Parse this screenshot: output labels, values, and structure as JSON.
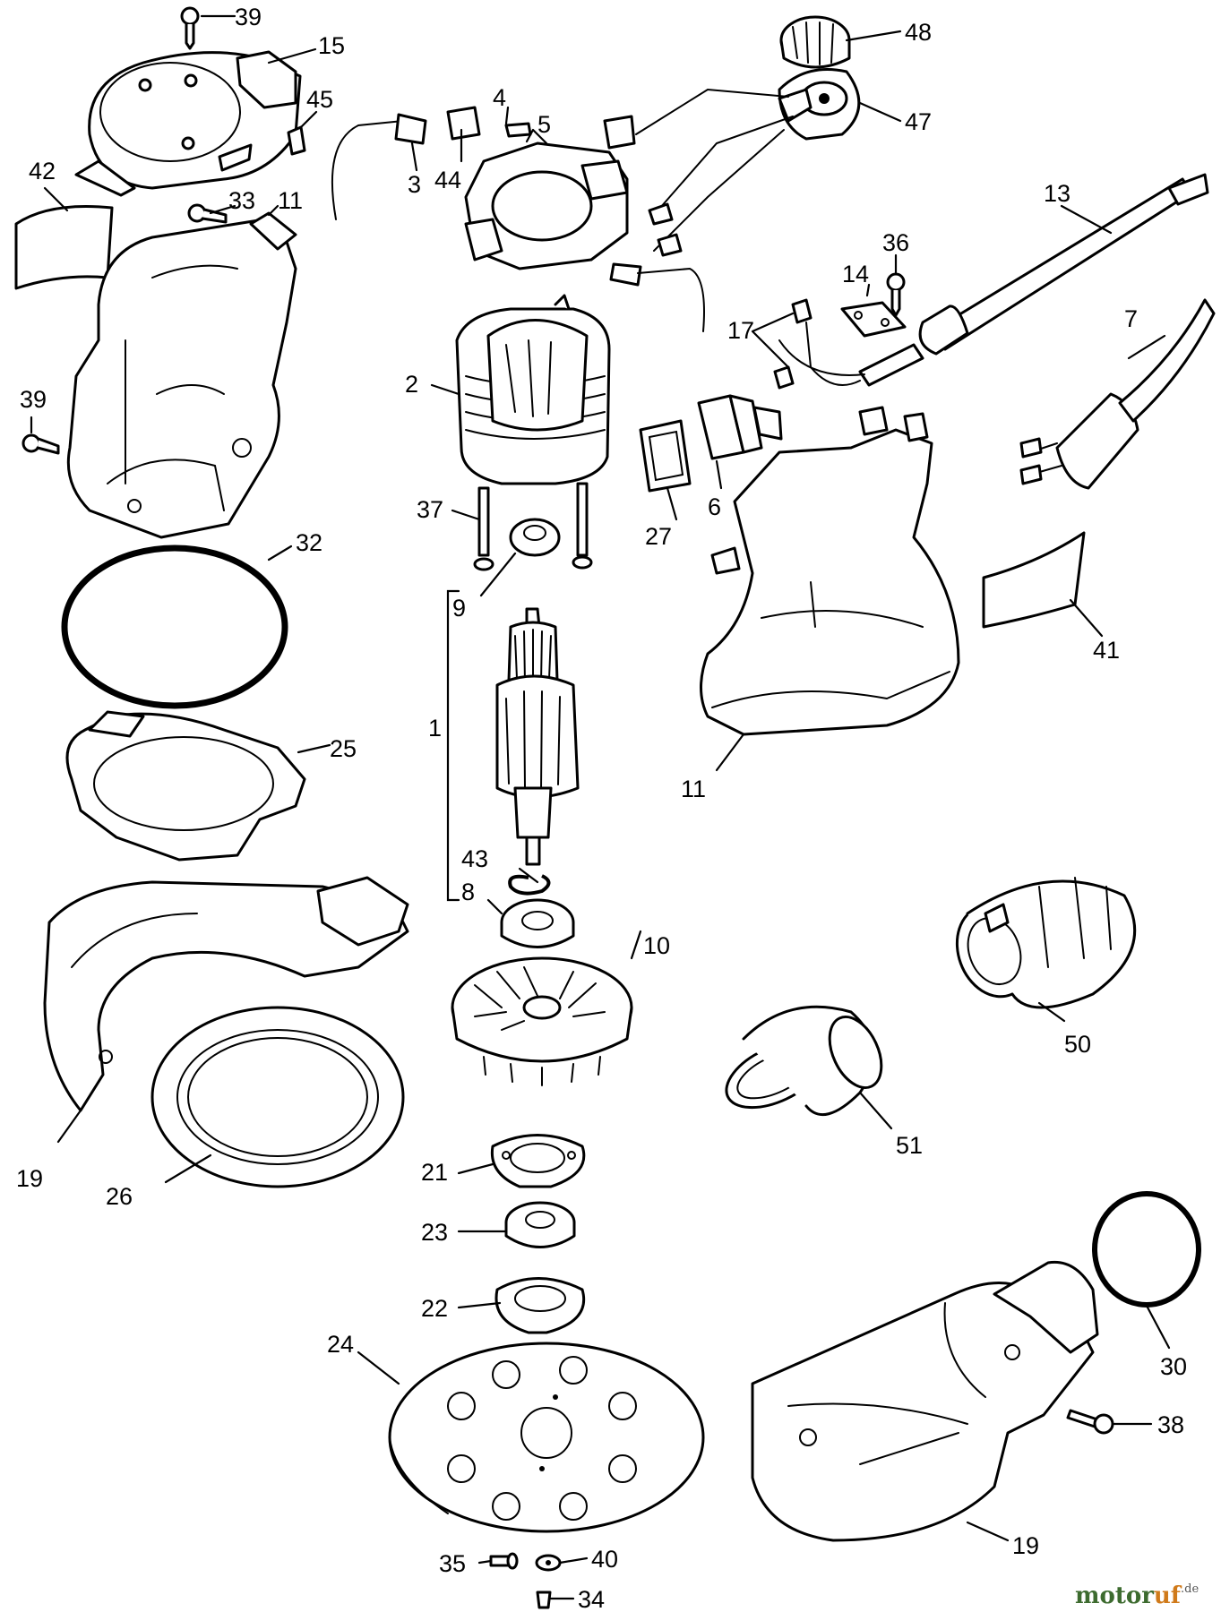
{
  "part_labels": [
    {
      "id": "p39a",
      "text": "39"
    },
    {
      "id": "p15",
      "text": "15"
    },
    {
      "id": "p45",
      "text": "45"
    },
    {
      "id": "p4",
      "text": "4"
    },
    {
      "id": "p5",
      "text": "5"
    },
    {
      "id": "p48",
      "text": "48"
    },
    {
      "id": "p47",
      "text": "47"
    },
    {
      "id": "p42",
      "text": "42"
    },
    {
      "id": "p33",
      "text": "33"
    },
    {
      "id": "p11a",
      "text": "11"
    },
    {
      "id": "p3",
      "text": "3"
    },
    {
      "id": "p44",
      "text": "44"
    },
    {
      "id": "p13",
      "text": "13"
    },
    {
      "id": "p36",
      "text": "36"
    },
    {
      "id": "p14",
      "text": "14"
    },
    {
      "id": "p17",
      "text": "17"
    },
    {
      "id": "p7",
      "text": "7"
    },
    {
      "id": "p2",
      "text": "2"
    },
    {
      "id": "p39b",
      "text": "39"
    },
    {
      "id": "p37",
      "text": "37"
    },
    {
      "id": "p27",
      "text": "27"
    },
    {
      "id": "p6",
      "text": "6"
    },
    {
      "id": "p32",
      "text": "32"
    },
    {
      "id": "p9",
      "text": "9"
    },
    {
      "id": "p41",
      "text": "41"
    },
    {
      "id": "p1",
      "text": "1"
    },
    {
      "id": "p25",
      "text": "25"
    },
    {
      "id": "p11b",
      "text": "11"
    },
    {
      "id": "p43",
      "text": "43"
    },
    {
      "id": "p8",
      "text": "8"
    },
    {
      "id": "p10",
      "text": "10"
    },
    {
      "id": "p50",
      "text": "50"
    },
    {
      "id": "p51",
      "text": "51"
    },
    {
      "id": "p19a",
      "text": "19"
    },
    {
      "id": "p26",
      "text": "26"
    },
    {
      "id": "p21",
      "text": "21"
    },
    {
      "id": "p23",
      "text": "23"
    },
    {
      "id": "p30",
      "text": "30"
    },
    {
      "id": "p22",
      "text": "22"
    },
    {
      "id": "p24",
      "text": "24"
    },
    {
      "id": "p38",
      "text": "38"
    },
    {
      "id": "p19b",
      "text": "19"
    },
    {
      "id": "p35",
      "text": "35"
    },
    {
      "id": "p40",
      "text": "40"
    },
    {
      "id": "p34",
      "text": "34"
    }
  ],
  "watermark": {
    "part1": "motor",
    "part2": "uf",
    "suffix": ".de",
    "colors": {
      "motor": "#3d6b2f",
      "uf": "#d07a1a"
    }
  }
}
